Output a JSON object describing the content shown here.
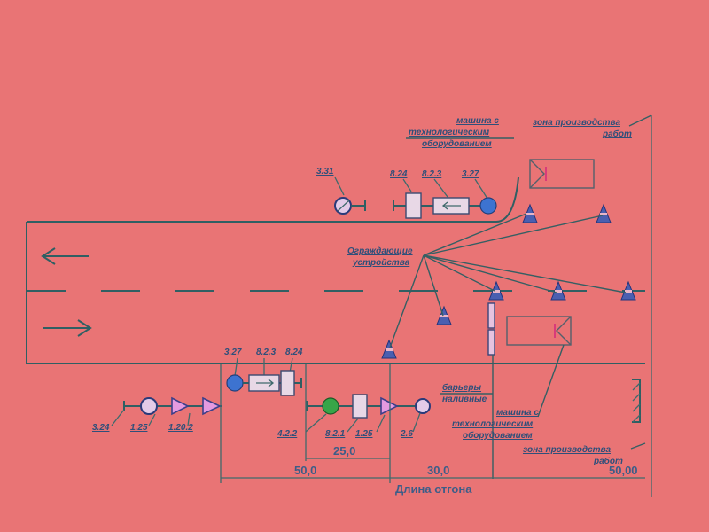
{
  "labels": {
    "machine_top": [
      "машина с",
      "технологическим",
      "оборудованием"
    ],
    "zone_top": [
      "зона производства",
      "работ"
    ],
    "fencing": [
      "Ограждающие",
      "устройства"
    ],
    "barriers": [
      "барьеры",
      "наливные"
    ],
    "machine_bottom": [
      "машина с",
      "технологическим",
      "оборудованием"
    ],
    "zone_bottom": [
      "зона производства",
      "работ"
    ],
    "length_caption": "Длина отгона"
  },
  "sign_codes": {
    "top_331": "3.31",
    "top_824": "8.24",
    "top_823": "8.2.3",
    "top_327": "3.27",
    "bot_327": "3.27",
    "bot_823": "8.2.3",
    "bot_824": "8.24",
    "bot_324": "3.24",
    "bot_125a": "1.25",
    "bot_1202": "1.20.2",
    "bot_422": "4.2.2",
    "bot_821": "8.2.1",
    "bot_125b": "1.25",
    "bot_26": "2.6"
  },
  "dimensions": {
    "d50": "50,0",
    "d25": "25,0",
    "d30": "30,0",
    "d50_end": "50,00"
  },
  "icons": [
    "arrow-left-icon",
    "arrow-right-icon",
    "traffic-cone-icon",
    "road-sign-icon",
    "truck-icon"
  ],
  "colors": {
    "background": "#e97475",
    "line": "#2f5f63",
    "text": "#2f4f7a",
    "cone": "#4a5fb0",
    "sign_blue": "#3d73d0",
    "sign_green": "#37a548"
  }
}
